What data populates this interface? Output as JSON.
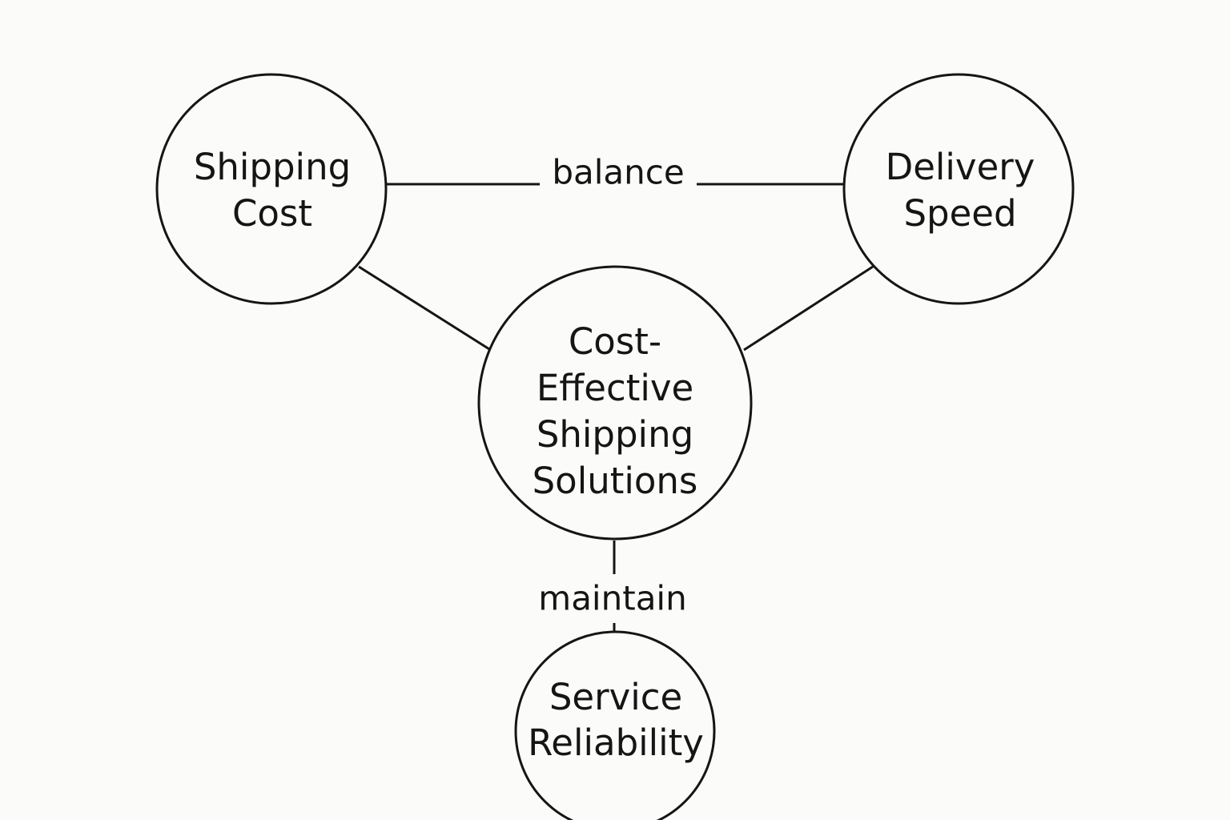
{
  "nodes": {
    "shipping_cost": {
      "line1": "Shipping",
      "line2": "Cost"
    },
    "delivery_speed": {
      "line1": "Delivery",
      "line2": "Speed"
    },
    "center": {
      "line1": "Cost-",
      "line2": "Effective",
      "line3": "Shipping",
      "line4": "Solutions"
    },
    "service_reliability": {
      "line1": "Service",
      "line2": "Reliability"
    }
  },
  "edges": {
    "balance": "balance",
    "maintain": "maintain"
  },
  "colors": {
    "background": "#fbfbf9",
    "stroke": "#151515",
    "text": "#151515"
  }
}
